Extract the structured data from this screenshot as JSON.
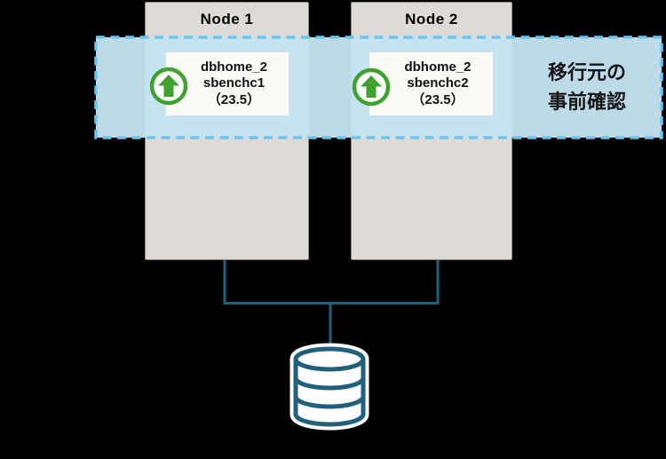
{
  "diagram": {
    "background_color": "#000000",
    "nodes": [
      {
        "title": "Node 1",
        "db_label": {
          "home": "dbhome_2",
          "instance": "sbenchc1",
          "version": "（23.5）"
        }
      },
      {
        "title": "Node 2",
        "db_label": {
          "home": "dbhome_2",
          "instance": "sbenchc2",
          "version": "（23.5）"
        }
      }
    ],
    "highlight_band": {
      "label": {
        "line1": "移行元の",
        "line2": "事前確認"
      },
      "fill_color": "#C5E3F3",
      "border_color": "#6FC4EC",
      "border_style": "dashed"
    },
    "icons": {
      "upgrade_arrow": {
        "name": "upgrade-arrow-icon",
        "color": "#3FA22F"
      },
      "database": {
        "name": "database-icon",
        "color": "#20607A"
      }
    },
    "connector_color": "#20607A"
  }
}
